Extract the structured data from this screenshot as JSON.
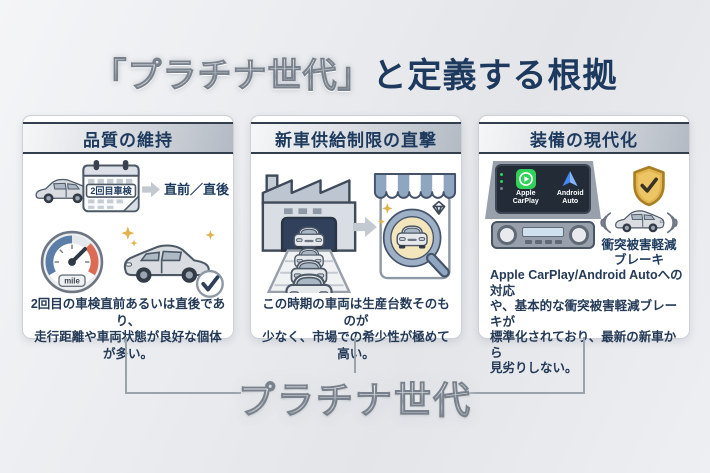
{
  "title": {
    "platinum": "「プラチナ世代」",
    "suffix": "と定義する根拠"
  },
  "panels": [
    {
      "header": "品質の維持",
      "calendar_label": "2回目車検",
      "timing_label": "直前／直後",
      "gauge_unit": "mile",
      "body": "2回目の車検直前あるいは直後であり、\n走行距離や車両状態が良好な個体が多い。",
      "icons": [
        "car-icon",
        "calendar-icon",
        "arrow-right-icon",
        "speedometer-icon",
        "sparkling-car-icon",
        "check-circle-icon"
      ]
    },
    {
      "header": "新車供給制限の直撃",
      "body": "この時期の車両は生産台数そのものが\n少なく、市場での希少性が極めて高い。",
      "icons": [
        "factory-icon",
        "conveyor-cars-icon",
        "arrow-right-icon",
        "shop-awning-icon",
        "magnifier-car-icon",
        "diamond-icon",
        "sparkle-icon"
      ]
    },
    {
      "header": "装備の現代化",
      "apps": [
        {
          "label": "Apple CarPlay"
        },
        {
          "label": "Android Auto"
        }
      ],
      "safety_label": "衝突被害軽減\nブレーキ",
      "body": "Apple CarPlay/Android Autoへの対応\nや、基本的な衝突被害軽減ブレーキが\n標準化されており、最新の新車から\n見劣りしない。",
      "icons": [
        "car-infotainment-icon",
        "carplay-icon",
        "android-auto-icon",
        "shield-check-icon",
        "radar-car-icon"
      ]
    }
  ],
  "footer": {
    "label": "プラチナ世代"
  },
  "colors": {
    "navy": "#1d3a5e",
    "silver_light": "#f4f5f7",
    "silver_dark": "#aab0b9",
    "band_edge": "#333f4e",
    "panel_border": "#ccd1d8",
    "gold": "#e0b34c",
    "carplay_green": "#2fd158",
    "android_blue": "#4688f1",
    "gauge_blue": "#5b7ea6",
    "gauge_red": "#dc6b55",
    "connector_gray": "#9aa2aa"
  }
}
